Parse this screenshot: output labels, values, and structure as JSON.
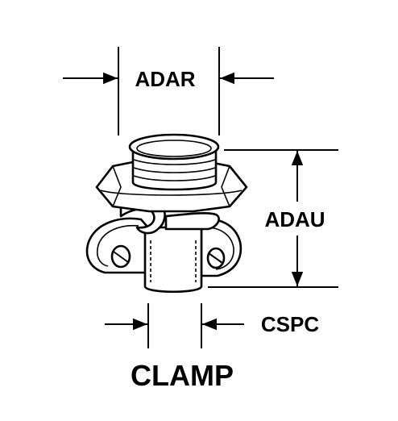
{
  "labels": {
    "top_dimension": "ADAR",
    "side_dimension": "ADAU",
    "bottom_dimension": "CSPC",
    "part_name": "CLAMP"
  }
}
